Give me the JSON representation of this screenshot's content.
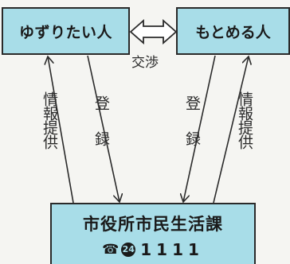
{
  "boxes": {
    "giver": "ゆずりたい人",
    "seeker": "もとめる人",
    "office_name": "市役所市民生活課",
    "office_phone_number": "1111",
    "office_phone_area": "24"
  },
  "labels": {
    "negotiate": "交渉",
    "info_left": "情報提供",
    "register_left": "登録",
    "register_right": "登録",
    "info_right": "情報提供"
  },
  "icons": {
    "phone": "phone-icon",
    "double_arrow": "double-arrow-icon"
  },
  "colors": {
    "box_fill": "#a8dde8",
    "stroke": "#2a2a2a",
    "background": "#f5f5f2"
  }
}
